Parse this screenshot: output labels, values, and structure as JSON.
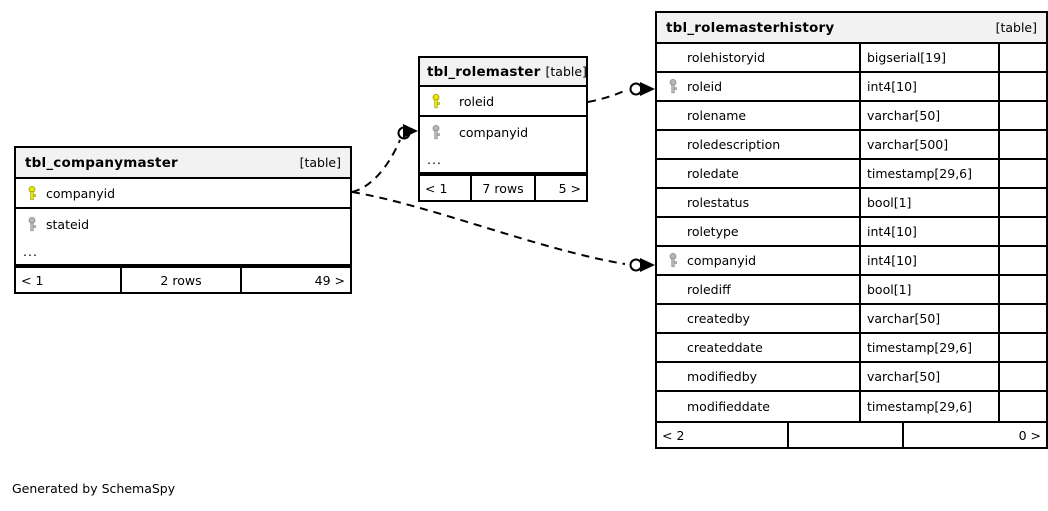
{
  "diagram": {
    "tool_credit": "Generated by SchemaSpy",
    "table_tag": "[table]",
    "ellipsis": "...",
    "colors": {
      "primary_key": "#e8e800",
      "foreign_key": "#b0b0b0",
      "header_bg": "#f2f2f2",
      "border": "#000000",
      "background": "#ffffff"
    }
  },
  "tables": [
    {
      "id": "tbl_companymaster",
      "name": "tbl_companymaster",
      "tag": "[table]",
      "columns": [
        {
          "name": "companyid",
          "type": "",
          "key": "primary-key-icon"
        },
        {
          "name": "stateid",
          "type": "",
          "key": "foreign-key-icon"
        }
      ],
      "has_ellipsis": true,
      "footer": {
        "left": "< 1",
        "center": "2 rows",
        "right": "49 >"
      }
    },
    {
      "id": "tbl_rolemaster",
      "name": "tbl_rolemaster",
      "tag": "[table]",
      "columns": [
        {
          "name": "roleid",
          "type": "",
          "key": "primary-key-icon"
        },
        {
          "name": "companyid",
          "type": "",
          "key": "foreign-key-icon"
        }
      ],
      "has_ellipsis": true,
      "footer": {
        "left": "< 1",
        "center": "7 rows",
        "right": "5 >"
      }
    },
    {
      "id": "tbl_rolemasterhistory",
      "name": "tbl_rolemasterhistory",
      "tag": "[table]",
      "columns": [
        {
          "name": "rolehistoryid",
          "type": "bigserial[19]",
          "key": ""
        },
        {
          "name": "roleid",
          "type": "int4[10]",
          "key": "foreign-key-icon"
        },
        {
          "name": "rolename",
          "type": "varchar[50]",
          "key": ""
        },
        {
          "name": "roledescription",
          "type": "varchar[500]",
          "key": ""
        },
        {
          "name": "roledate",
          "type": "timestamp[29,6]",
          "key": ""
        },
        {
          "name": "rolestatus",
          "type": "bool[1]",
          "key": ""
        },
        {
          "name": "roletype",
          "type": "int4[10]",
          "key": ""
        },
        {
          "name": "companyid",
          "type": "int4[10]",
          "key": "foreign-key-icon"
        },
        {
          "name": "rolediff",
          "type": "bool[1]",
          "key": ""
        },
        {
          "name": "createdby",
          "type": "varchar[50]",
          "key": ""
        },
        {
          "name": "createddate",
          "type": "timestamp[29,6]",
          "key": ""
        },
        {
          "name": "modifiedby",
          "type": "varchar[50]",
          "key": ""
        },
        {
          "name": "modifieddate",
          "type": "timestamp[29,6]",
          "key": ""
        }
      ],
      "has_ellipsis": false,
      "footer": {
        "left": "< 2",
        "center": "",
        "right": "0 >"
      }
    }
  ],
  "relationships": [
    {
      "from": "tbl_companymaster.companyid",
      "to": "tbl_rolemaster.companyid"
    },
    {
      "from": "tbl_companymaster.companyid",
      "to": "tbl_rolemasterhistory.companyid"
    },
    {
      "from": "tbl_rolemaster.roleid",
      "to": "tbl_rolemasterhistory.roleid"
    }
  ]
}
